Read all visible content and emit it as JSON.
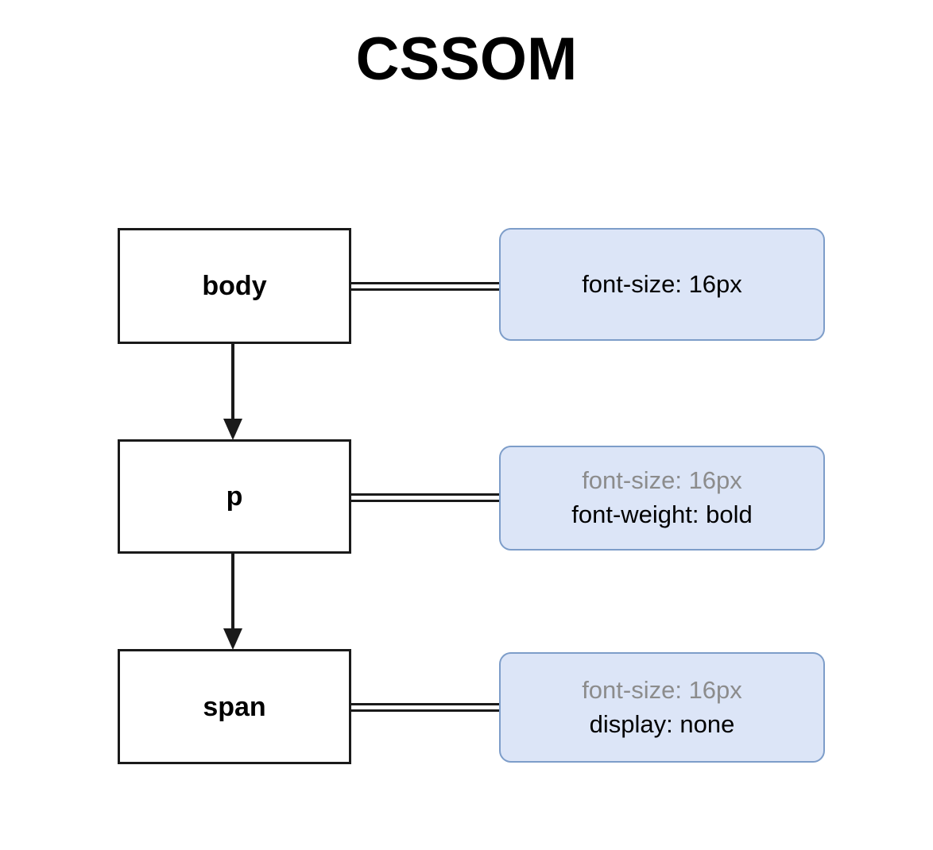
{
  "title": "CSSOM",
  "diagram": {
    "type": "tree",
    "description": "CSS Object Model tree showing DOM elements body, p, span with their computed style declarations",
    "nodes": [
      {
        "id": "body",
        "label": "body",
        "declarations": [
          {
            "text": "font-size: 16px",
            "inherited": false
          }
        ]
      },
      {
        "id": "p",
        "label": "p",
        "declarations": [
          {
            "text": "font-size: 16px",
            "inherited": true
          },
          {
            "text": "font-weight: bold",
            "inherited": false
          }
        ]
      },
      {
        "id": "span",
        "label": "span",
        "declarations": [
          {
            "text": "font-size: 16px",
            "inherited": true
          },
          {
            "text": "display: none",
            "inherited": false
          }
        ]
      }
    ],
    "edges": [
      {
        "from": "body",
        "to": "p",
        "kind": "parent-child-arrow"
      },
      {
        "from": "p",
        "to": "span",
        "kind": "parent-child-arrow"
      },
      {
        "from": "body",
        "to": "style-body",
        "kind": "style-link"
      },
      {
        "from": "p",
        "to": "style-p",
        "kind": "style-link"
      },
      {
        "from": "span",
        "to": "style-span",
        "kind": "style-link"
      }
    ]
  },
  "colors": {
    "background": "#ffffff",
    "element_box_fill": "#ffffff",
    "element_box_border": "#1a1a1a",
    "style_box_fill": "#dce5f7",
    "style_box_border": "#7d9dc9",
    "text": "#000000",
    "inherited_text": "#8c8c8c",
    "connector": "#1a1a1a"
  }
}
